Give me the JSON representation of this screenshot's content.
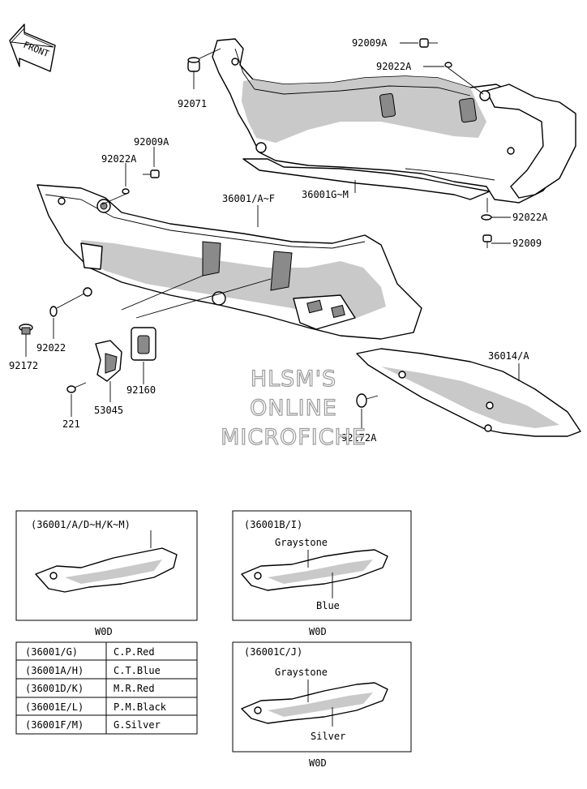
{
  "front_arrow": {
    "label": "FRONT"
  },
  "callouts": {
    "c92009A_top": "92009A",
    "c92022A_top": "92022A",
    "c92071": "92071",
    "c92009A_left": "92009A",
    "c92022A_left": "92022A",
    "c36001_AF": "36001/A~F",
    "c36001_GM": "36001G~M",
    "c92022A_right": "92022A",
    "c92009_right": "92009",
    "c92172_left": "92172",
    "c92022_left": "92022",
    "c92160": "92160",
    "c53045": "53045",
    "c221": "221",
    "c36014A": "36014/A",
    "c92172A": "92172A"
  },
  "watermark": [
    "HLSM'S",
    "ONLINE",
    "MICROFICHE"
  ],
  "variant_boxes": [
    {
      "header": "(36001/A/D~H/K~M)",
      "footer": "W0D",
      "labels": []
    },
    {
      "header": "(36001B/I)",
      "footer": "W0D",
      "labels": [
        "Graystone",
        "Blue"
      ]
    },
    {
      "header": "(36001C/J)",
      "footer": "W0D",
      "labels": [
        "Graystone",
        "Silver"
      ]
    }
  ],
  "color_table": {
    "rows": [
      {
        "code": "(36001/G)",
        "color": "C.P.Red"
      },
      {
        "code": "(36001A/H)",
        "color": "C.T.Blue"
      },
      {
        "code": "(36001D/K)",
        "color": "M.R.Red"
      },
      {
        "code": "(36001E/L)",
        "color": "P.M.Black"
      },
      {
        "code": "(36001F/M)",
        "color": "G.Silver"
      }
    ]
  }
}
